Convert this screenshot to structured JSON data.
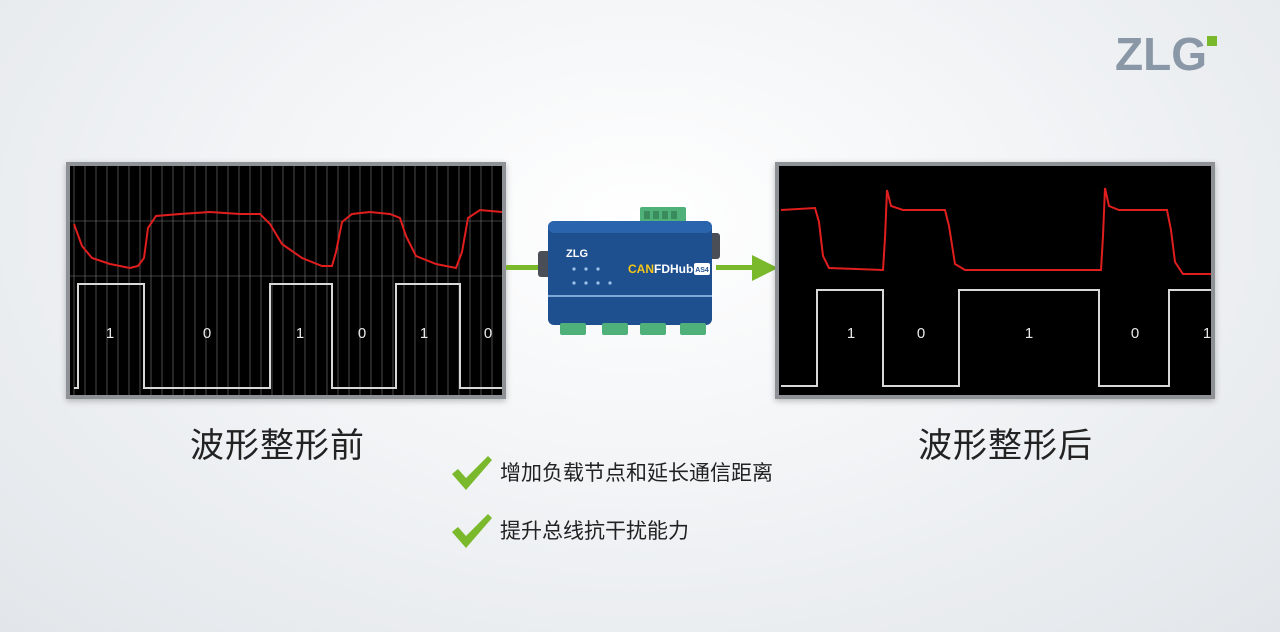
{
  "brand": {
    "logo_text": "ZLG",
    "accent_color": "#7ab82c",
    "logo_color": "#8a97a6"
  },
  "scope_before": {
    "caption": "波形整形前",
    "bits": [
      "1",
      "0",
      "1",
      "0",
      "1",
      "0"
    ],
    "signal_color": "#e01e1e",
    "logic_color": "#d8d8d8",
    "grid": true
  },
  "scope_after": {
    "caption": "波形整形后",
    "bits": [
      "1",
      "0",
      "1",
      "0",
      "1"
    ],
    "signal_color": "#e01e1e",
    "logic_color": "#d8d8d8",
    "grid": false
  },
  "device": {
    "brand": "ZLG",
    "model_prefix": "CAN",
    "model_name": "FDHub-",
    "model_suffix": "AS4"
  },
  "features": [
    {
      "text": "增加负载节点和延长通信距离",
      "icon": "check-icon"
    },
    {
      "text": "提升总线抗干扰能力",
      "icon": "check-icon"
    }
  ]
}
